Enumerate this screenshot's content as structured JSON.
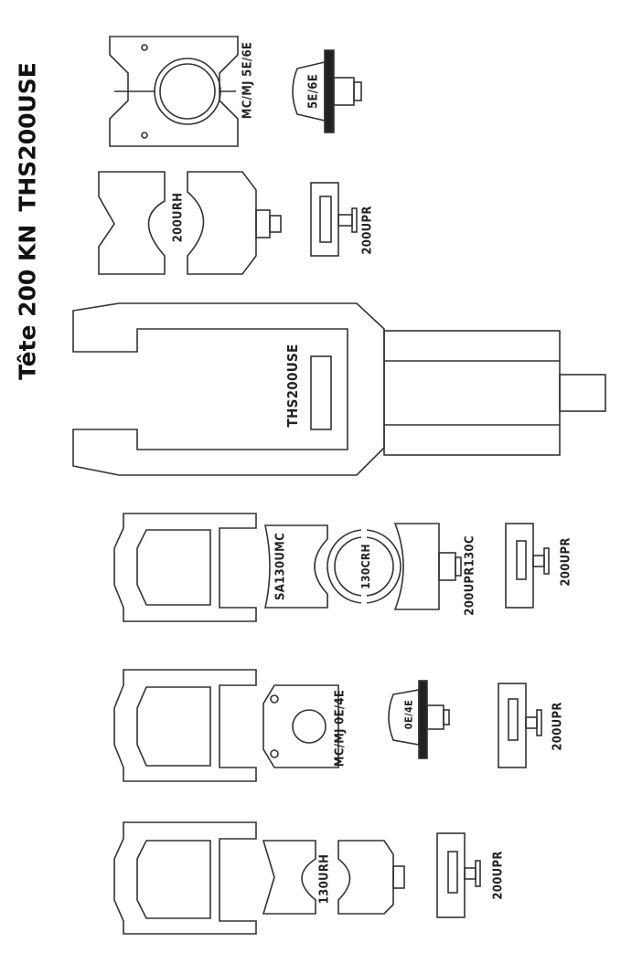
{
  "title": {
    "part1": "Tête 200 KN",
    "part2": "THS200USE"
  },
  "labels": {
    "mcmj_5e6e": "MC/MJ 5E/6E",
    "die_5e6e": "5E/6E",
    "urh_200": "200URH",
    "upr_top": "200UPR",
    "head": "THS200USE",
    "sa130umc": "SA130UMC",
    "crh_130": "130CRH",
    "upr130c": "200UPR130C",
    "upr_mid": "200UPR",
    "mcmj_0e4e": "MC/MJ 0E/4E",
    "die_0e4e": "0E/4E",
    "upr_low": "200UPR",
    "urh_130": "130URH",
    "upr_bottom": "200UPR"
  }
}
